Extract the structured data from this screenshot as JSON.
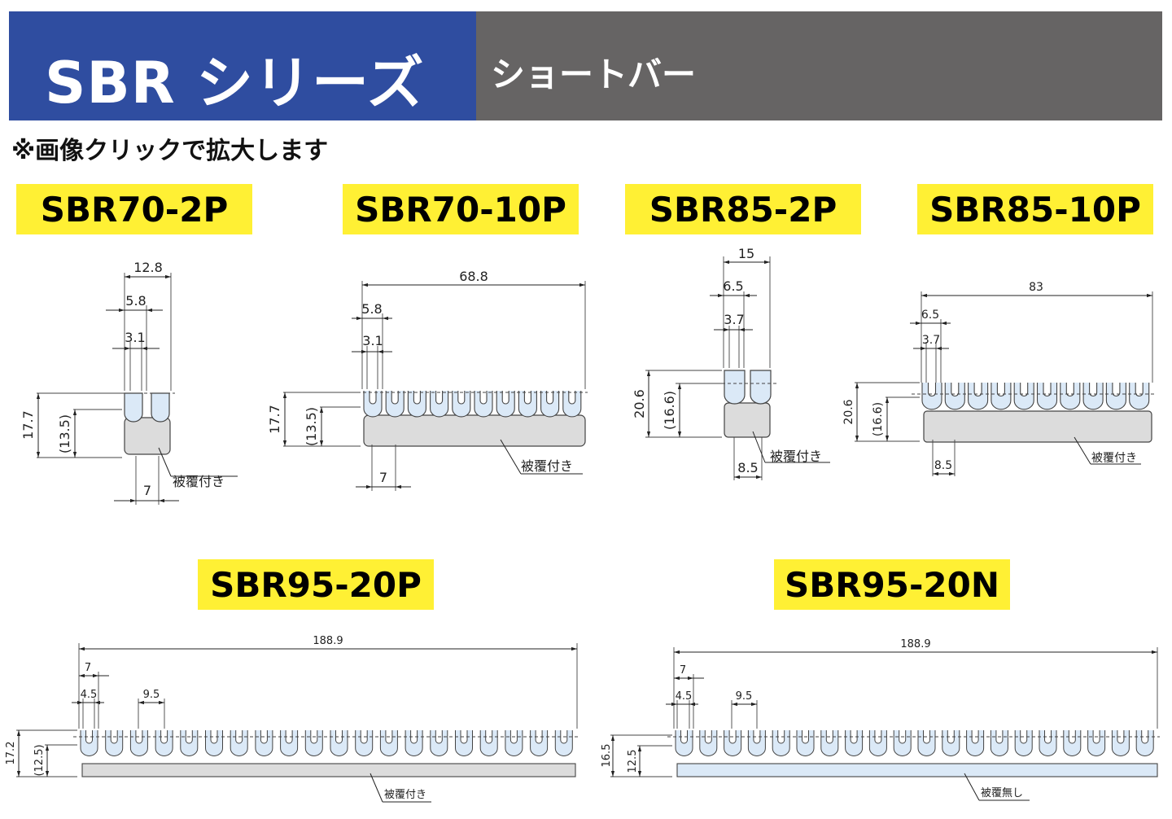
{
  "header": {
    "series_title": "SBR シリーズ",
    "subtitle": "ショートバー"
  },
  "note": "※画像クリックで拡大します",
  "colors": {
    "blue": "#2f4da0",
    "gray": "#666464",
    "yellow": "#fff034",
    "terminal": "#dbe9f7",
    "cover": "#dcdcdc"
  },
  "products": [
    {
      "model": "SBR70-2P",
      "dims": {
        "width": "12.8",
        "pitch": "5.8",
        "slot": "3.1",
        "height": "17.7",
        "inner_height": "(13.5)",
        "cover_width": "7"
      },
      "cover_label": "被覆付き"
    },
    {
      "model": "SBR70-10P",
      "dims": {
        "total": "68.8",
        "pitch": "5.8",
        "slot": "3.1",
        "height": "17.7",
        "inner_height": "(13.5)",
        "cover_width": "7"
      },
      "cover_label": "被覆付き"
    },
    {
      "model": "SBR85-2P",
      "dims": {
        "width": "15",
        "pitch": "6.5",
        "slot": "3.7",
        "height": "20.6",
        "inner_height": "(16.6)",
        "cover_width": "8.5"
      },
      "cover_label": "被覆付き"
    },
    {
      "model": "SBR85-10P",
      "dims": {
        "total": "83",
        "pitch": "6.5",
        "slot": "3.7",
        "height": "20.6",
        "inner_height": "(16.6)",
        "cover_width": "8.5"
      },
      "cover_label": "被覆付き"
    },
    {
      "model": "SBR95-20P",
      "dims": {
        "total": "188.9",
        "width": "7",
        "slot": "4.5",
        "pitch": "9.5",
        "height": "17.2",
        "inner_height": "(12.5)"
      },
      "cover_label": "被覆付き"
    },
    {
      "model": "SBR95-20N",
      "dims": {
        "total": "188.9",
        "width": "7",
        "slot": "4.5",
        "pitch": "9.5",
        "height": "16.5",
        "inner_height": "12.5"
      },
      "cover_label": "被覆無し"
    }
  ]
}
